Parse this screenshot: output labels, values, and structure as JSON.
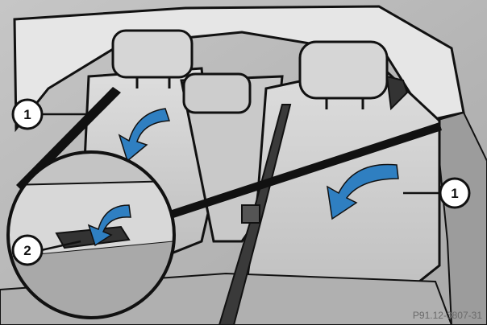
{
  "figure": {
    "callouts": [
      {
        "label": "1"
      },
      {
        "label": "2"
      },
      {
        "label": "1"
      }
    ],
    "image_code": "P91.12-3807-31"
  },
  "colors": {
    "background": "#b8b8b8",
    "seat": "#d2d2d2",
    "seat_shadow": "#9a9a9a",
    "belt": "#3a3a3a",
    "arrow": "#2f7fc1",
    "outline": "#111111"
  }
}
